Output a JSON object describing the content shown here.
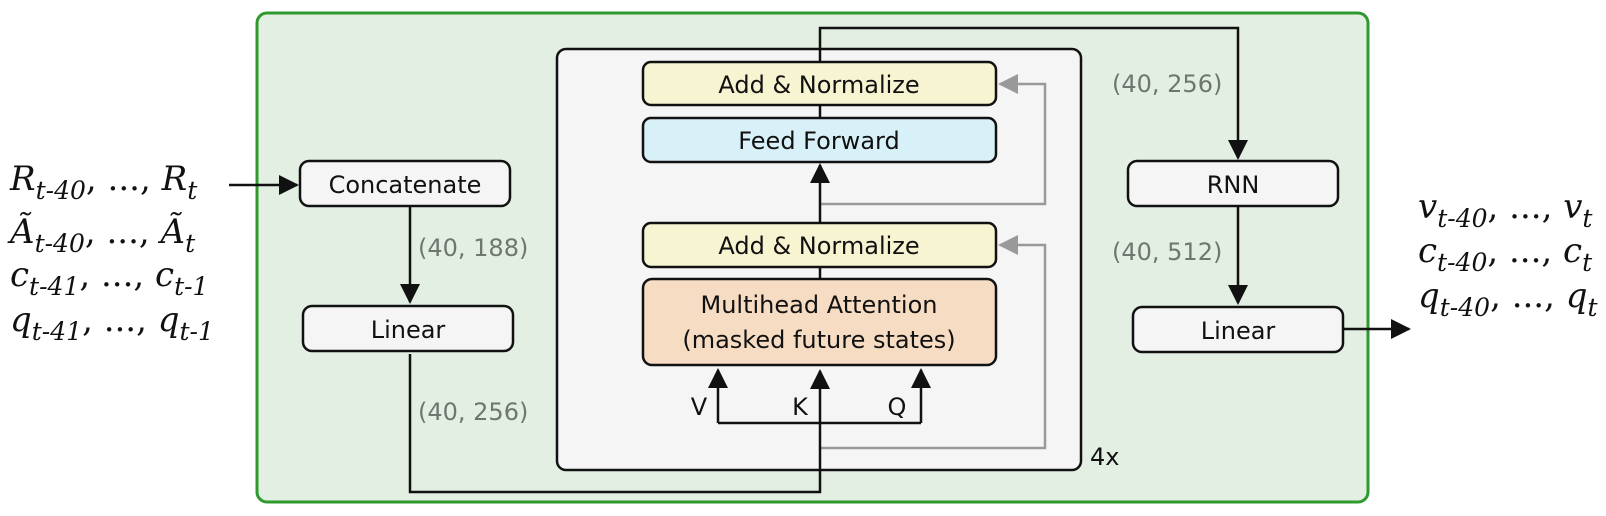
{
  "colors": {
    "outer_fill": "#e3efe3",
    "outer_stroke": "#2e9a2e",
    "inner_fill": "#f5f5f5",
    "plain_box": "#f5f5f5",
    "norm_box": "#f7f4d1",
    "ff_box": "#d8f1f9",
    "attn_box": "#f7dcc4",
    "residual_line": "#999999",
    "dim_text": "#6f7670"
  },
  "boxes": {
    "concatenate": "Concatenate",
    "linear_in": "Linear",
    "add_norm_top": "Add & Normalize",
    "feed_forward": "Feed Forward",
    "add_norm_bottom": "Add & Normalize",
    "attention_line1": "Multihead Attention",
    "attention_line2": "(masked future states)",
    "rnn": "RNN",
    "linear_out": "Linear"
  },
  "dims": {
    "after_concat": "(40, 188)",
    "after_linear": "(40, 256)",
    "transformer_out": "(40, 256)",
    "after_rnn": "(40, 512)"
  },
  "attention_inputs": {
    "v": "V",
    "k": "K",
    "q": "Q"
  },
  "repeat_label": "4x",
  "inputs": [
    {
      "sym": "R",
      "sub1": "t-40",
      "sep": ", ..., ",
      "sym2": "R",
      "sub2": "t"
    },
    {
      "sym": "Ã",
      "sub1": "t-40",
      "sep": ", ..., ",
      "sym2": "Ã",
      "sub2": "t"
    },
    {
      "sym": "c",
      "sub1": "t-41",
      "sep": ", ..., ",
      "sym2": "c",
      "sub2": "t-1"
    },
    {
      "sym": "q",
      "sub1": "t-41",
      "sep": ", ..., ",
      "sym2": "q",
      "sub2": "t-1"
    }
  ],
  "outputs": [
    {
      "sym": "v",
      "sub1": "t-40",
      "sep": ", ..., ",
      "sym2": "v",
      "sub2": "t"
    },
    {
      "sym": "c",
      "sub1": "t-40",
      "sep": ", ..., ",
      "sym2": "c",
      "sub2": "t"
    },
    {
      "sym": "q",
      "sub1": "t-40",
      "sep": ", ..., ",
      "sym2": "q",
      "sub2": "t"
    }
  ]
}
